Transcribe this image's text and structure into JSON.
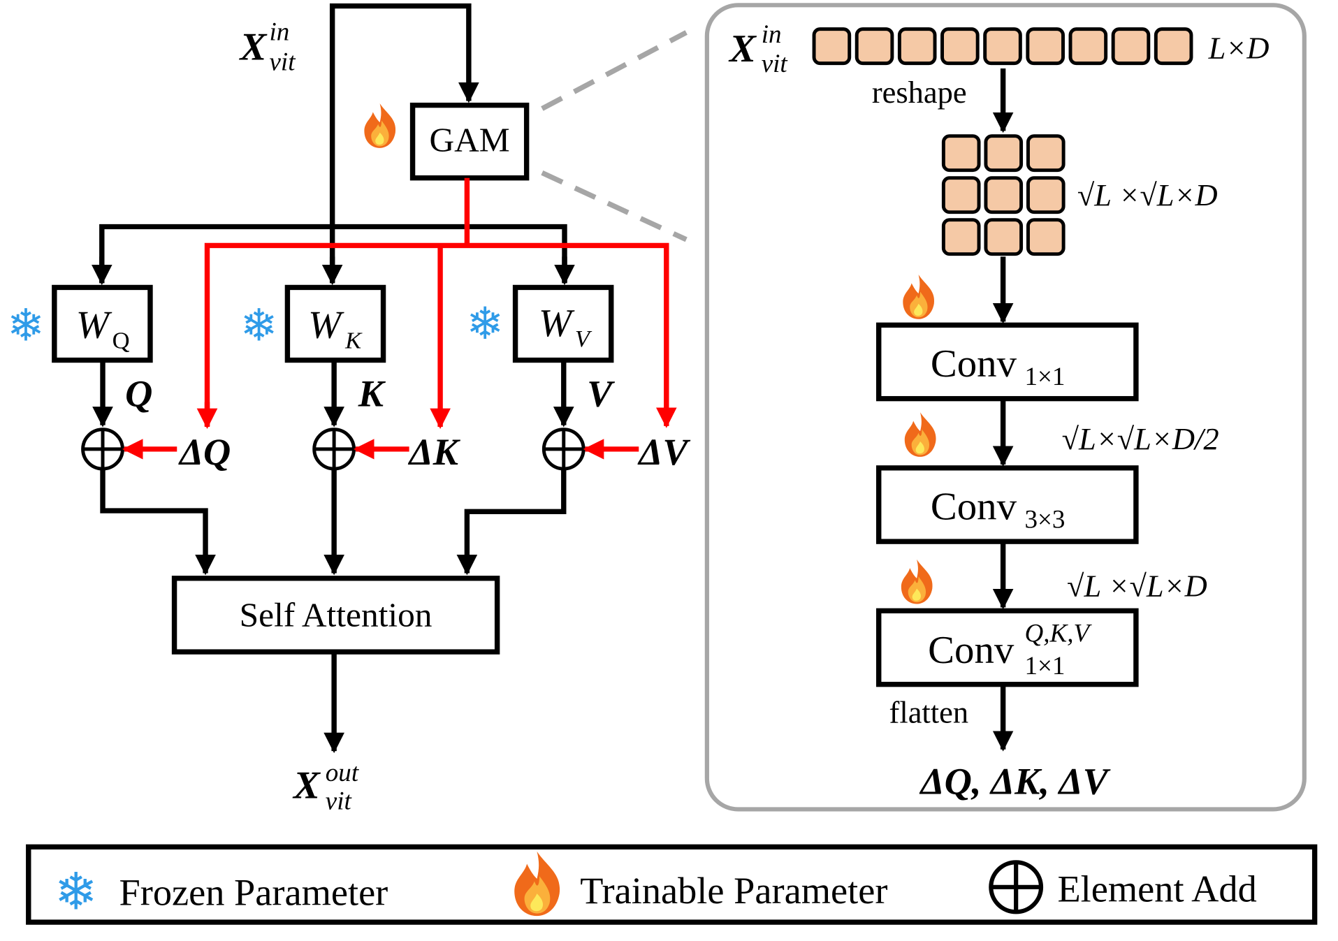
{
  "left": {
    "input_label": {
      "base": "X",
      "sup": "in",
      "sub": "vit"
    },
    "gam_label": "GAM",
    "weights": [
      {
        "base": "W",
        "sub": "Q",
        "output": "Q",
        "delta": "ΔQ"
      },
      {
        "base": "W",
        "sub": "K",
        "output": "K",
        "delta": "ΔK"
      },
      {
        "base": "W",
        "sub": "V",
        "output": "V",
        "delta": "ΔV"
      }
    ],
    "self_attention_label": "Self Attention",
    "output_label": {
      "base": "X",
      "sup": "out",
      "sub": "vit"
    }
  },
  "right": {
    "input_label": {
      "base": "X",
      "sup": "in",
      "sub": "vit"
    },
    "token_dims": "L×D",
    "reshape_label": "reshape",
    "grid_dims": "√L ×√L×D",
    "conv1": {
      "base": "Conv",
      "sub": "1×1"
    },
    "dims_after_conv1": "√L×√L×D/2",
    "conv2": {
      "base": "Conv",
      "sub": "3×3"
    },
    "dims_after_conv2": "√L ×√L×D",
    "conv3": {
      "base": "Conv",
      "sup": "Q,K,V",
      "sub": "1×1"
    },
    "flatten_label": "flatten",
    "output_label": "ΔQ, ΔK, ΔV"
  },
  "legend": {
    "frozen": "Frozen Parameter",
    "trainable": "Trainable Parameter",
    "element_add": "Element Add"
  },
  "colors": {
    "delta_path": "#ff0000",
    "token": "#f5c9a6",
    "panel_border": "#a6a6a6",
    "frozen_icon": "#2f9be8"
  },
  "icons": {
    "frozen": "snowflake-icon",
    "trainable": "fire-icon",
    "add": "circle-plus-icon"
  }
}
